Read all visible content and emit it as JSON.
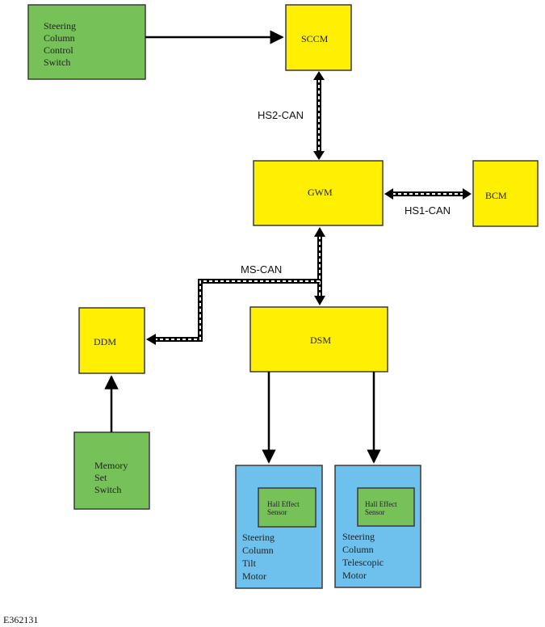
{
  "colors": {
    "switch": "#77c159",
    "module": "#ffef00",
    "motor": "#6ec1ec",
    "sensor": "#77c159",
    "stroke": "#3a3a3a"
  },
  "switches": {
    "steering_column_control": [
      "Steering",
      "Column",
      "Control",
      "Switch"
    ],
    "memory_set": [
      "Memory",
      "Set",
      "Switch"
    ]
  },
  "modules": {
    "sccm": "SCCM",
    "gwm": "GWM",
    "bcm": "BCM",
    "ddm": "DDM",
    "dsm": "DSM"
  },
  "motors": {
    "tilt": {
      "sensor": [
        "Hall Effect",
        "Sensor"
      ],
      "label": [
        "Steering",
        "Column",
        "Tilt",
        "Motor"
      ]
    },
    "telescopic": {
      "sensor": [
        "Hall Effect",
        "Sensor"
      ],
      "label": [
        "Steering",
        "Column",
        "Telescopic",
        "Motor"
      ]
    }
  },
  "buses": {
    "hs2_can": "HS2-CAN",
    "hs1_can": "HS1-CAN",
    "ms_can": "MS-CAN"
  },
  "reference": "E362131"
}
